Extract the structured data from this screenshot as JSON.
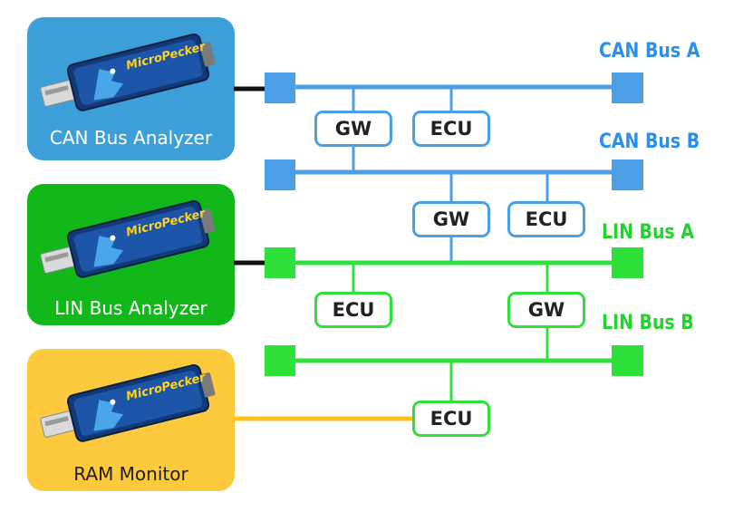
{
  "colors": {
    "can": "#4a9fe6",
    "lin": "#2de03a",
    "ram": "#ffc21a",
    "can_panel": "#3d9fd8",
    "lin_panel": "#12b81a",
    "ram_panel": "#fdc93d",
    "can_label": "#2a8ff0",
    "lin_label": "#21d42c"
  },
  "analyzers": [
    {
      "label": "CAN Bus Analyzer",
      "device_brand": "MicroPecker",
      "device_icon": "usb-analyzer-device"
    },
    {
      "label": "LIN Bus Analyzer",
      "device_brand": "MicroPecker",
      "device_icon": "usb-analyzer-device"
    },
    {
      "label": "RAM Monitor",
      "device_brand": "MicroPecker",
      "device_icon": "usb-analyzer-device"
    }
  ],
  "buses": [
    {
      "label": "CAN Bus A"
    },
    {
      "label": "CAN Bus B"
    },
    {
      "label": "LIN Bus A"
    },
    {
      "label": "LIN Bus B"
    }
  ],
  "nodes": {
    "gw_can": "GW",
    "ecu_can_a": "ECU",
    "gw_can_lin": "GW",
    "ecu_can_b": "ECU",
    "ecu_lin_a": "ECU",
    "gw_lin": "GW",
    "ecu_lin_b": "ECU"
  }
}
